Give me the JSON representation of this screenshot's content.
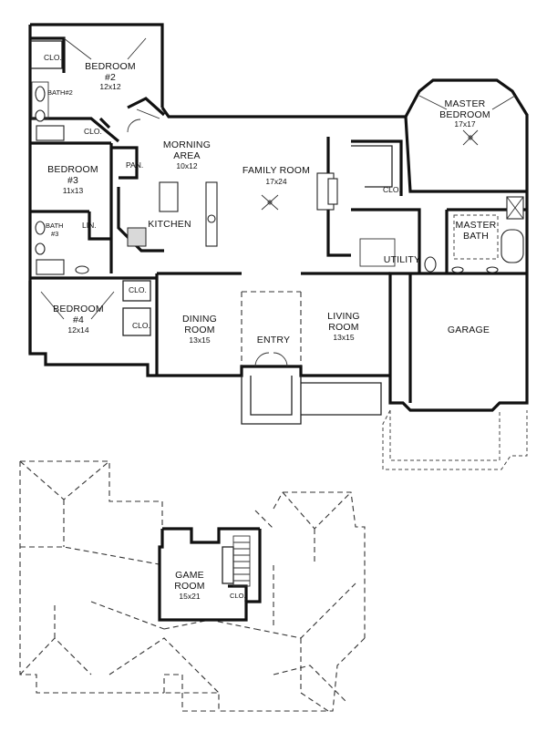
{
  "rooms": {
    "bedroom2": {
      "name": "BEDROOM",
      "num": "#2",
      "size": "12x12"
    },
    "bedroom3": {
      "name": "BEDROOM",
      "num": "#3",
      "size": "11x13"
    },
    "bedroom4": {
      "name": "BEDROOM",
      "num": "#4",
      "size": "12x14"
    },
    "morning": {
      "name": "MORNING",
      "name2": "AREA",
      "size": "10x12"
    },
    "family": {
      "name": "FAMILY ROOM",
      "size": "17x24"
    },
    "master_bed": {
      "name": "MASTER",
      "name2": "BEDROOM",
      "size": "17x17"
    },
    "master_bath": {
      "name": "MASTER",
      "name2": "BATH"
    },
    "kitchen": {
      "name": "KITCHEN"
    },
    "dining": {
      "name": "DINING",
      "name2": "ROOM",
      "size": "13x15"
    },
    "living": {
      "name": "LIVING",
      "name2": "ROOM",
      "size": "13x15"
    },
    "entry": {
      "name": "ENTRY"
    },
    "garage": {
      "name": "GARAGE"
    },
    "utility": {
      "name": "UTILITY"
    },
    "game": {
      "name": "GAME",
      "name2": "ROOM",
      "size": "15x21"
    }
  },
  "labels": {
    "clo": "CLO.",
    "pan": "PAN.",
    "lin": "LIN.",
    "bath2": "BATH#2",
    "bath": "BATH",
    "bath3": "#3"
  }
}
